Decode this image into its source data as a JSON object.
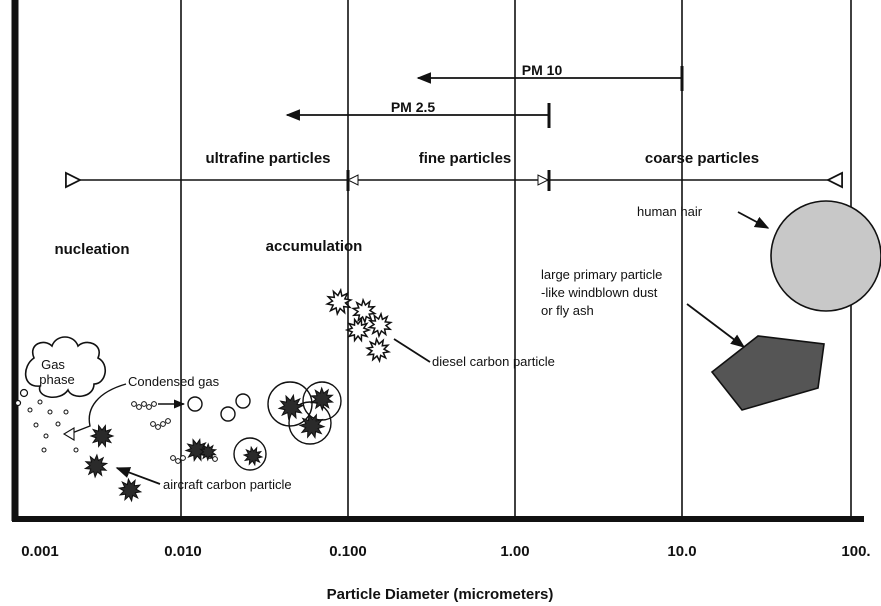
{
  "axis": {
    "xlabel": "Particle Diameter (micrometers)",
    "ticks": [
      "0.001",
      "0.010",
      "0.100",
      "1.00",
      "10.0",
      "100."
    ]
  },
  "ranges": {
    "pm10": "PM 10",
    "pm25": "PM 2.5",
    "ultrafine": "ultrafine particles",
    "fine": "fine particles",
    "coarse": "coarse particles"
  },
  "modes": {
    "nucleation": "nucleation",
    "accumulation": "accumulation"
  },
  "annotations": {
    "gas_phase": [
      "Gas",
      "phase"
    ],
    "condensed_gas": "Condensed gas",
    "aircraft_carbon": "aircraft carbon particle",
    "diesel_carbon": "diesel carbon particle",
    "human_hair": "human hair",
    "large_primary": [
      "large primary particle",
      "-like windblown dust",
      "or fly ash"
    ]
  },
  "colors": {
    "ink": "#111111",
    "hair_fill": "#c8c8c8",
    "dust_fill": "#555555",
    "soot_fill": "#2a2a2a"
  }
}
